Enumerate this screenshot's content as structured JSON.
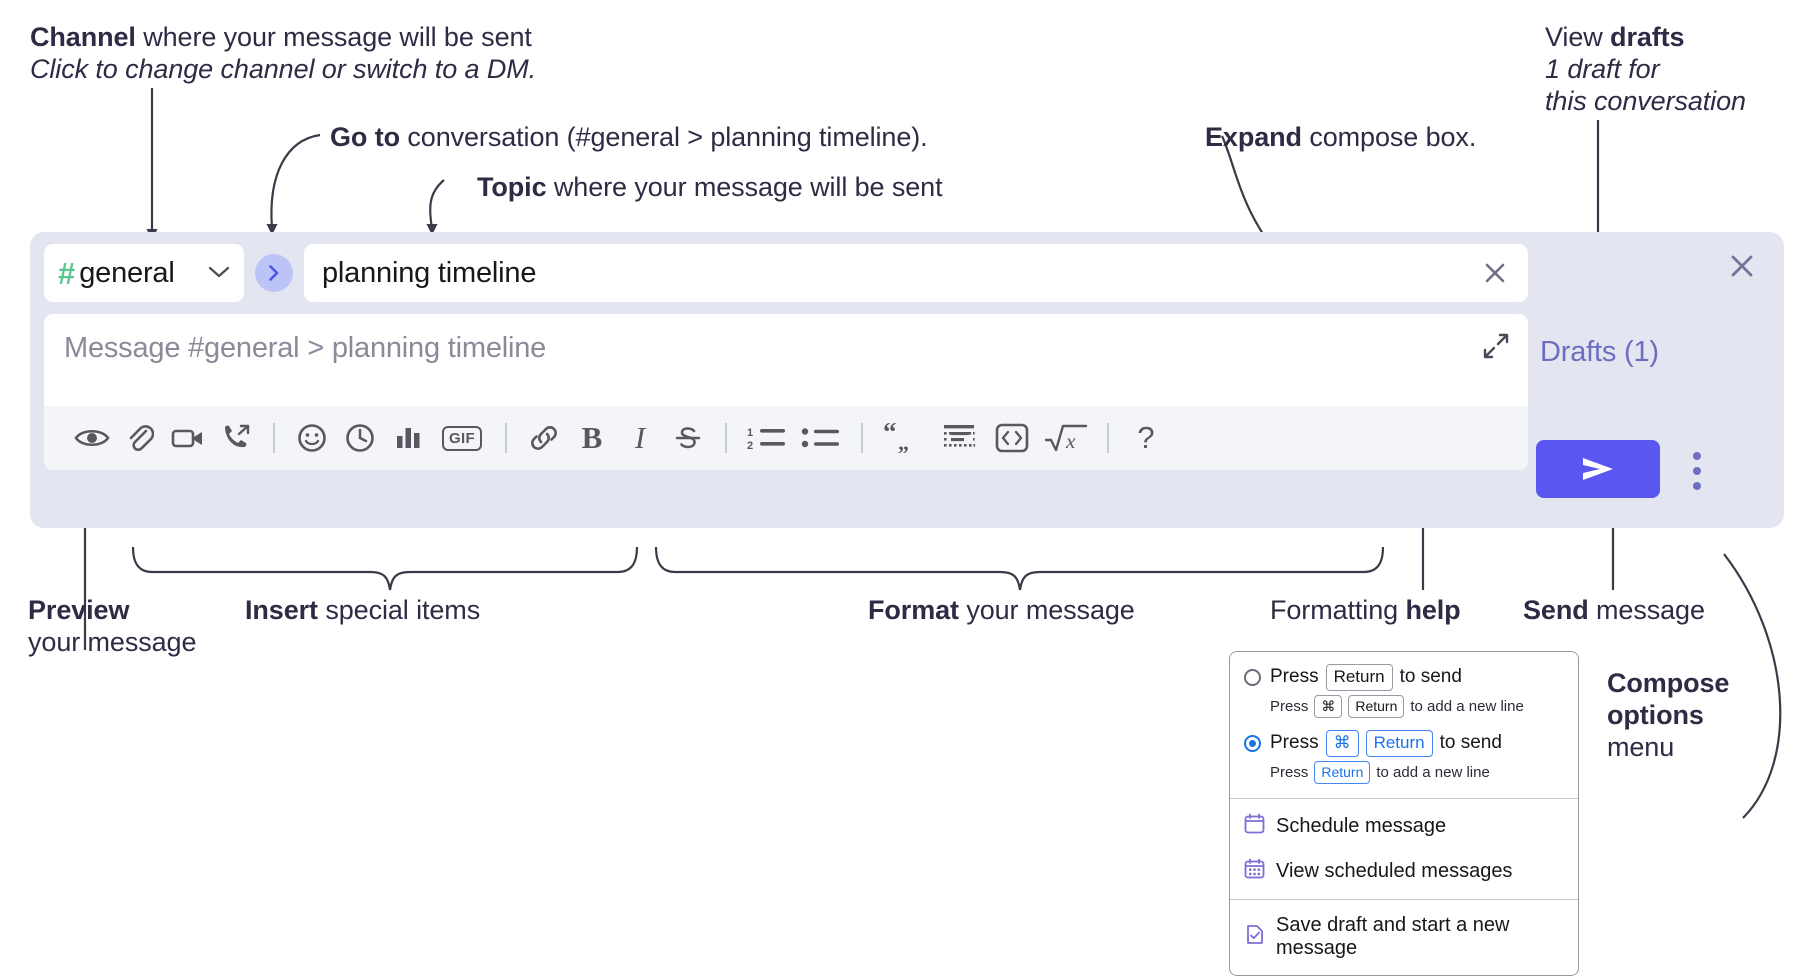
{
  "annotations": {
    "channel": {
      "bold": "Channel",
      "rest": " where your message will be sent",
      "italic": "Click to change channel or switch to a DM."
    },
    "goto": {
      "bold": "Go to",
      "rest": " conversation (#general > planning timeline)."
    },
    "topic": {
      "bold": "Topic",
      "rest": " where your message will be sent"
    },
    "expand": {
      "bold": "Expand",
      "rest": " compose box."
    },
    "drafts": {
      "plain": "View ",
      "bold": "drafts",
      "italic1": "1 draft for",
      "italic2": "this conversation"
    },
    "preview": {
      "bold": "Preview",
      "rest": "your message"
    },
    "insert": {
      "bold": "Insert",
      "rest": " special items"
    },
    "format": {
      "bold": "Format",
      "rest": " your message"
    },
    "formatting_help": {
      "plain": "Formatting ",
      "bold": "help"
    },
    "send": {
      "bold": "Send",
      "rest": " message"
    },
    "compose_options": {
      "bold1": "Compose",
      "bold2": "options",
      "rest": "menu"
    }
  },
  "compose": {
    "channel": {
      "hash": "#",
      "name": "general",
      "chevron": "chevron-down"
    },
    "goto_button": "goto-conversation",
    "topic": {
      "value": "planning timeline",
      "clear": "close-icon"
    },
    "message": {
      "placeholder": "Message #general > planning timeline",
      "value": ""
    },
    "expand_button": "expand-icon",
    "toolbar": [
      {
        "name": "preview-icon",
        "label": "Preview"
      },
      {
        "name": "attachment-icon",
        "label": "Attach file"
      },
      {
        "name": "video-clip-icon",
        "label": "Record video clip"
      },
      {
        "name": "audio-clip-icon",
        "label": "Record audio clip"
      },
      {
        "name": "separator-1",
        "label": ""
      },
      {
        "name": "emoji-icon",
        "label": "Emoji"
      },
      {
        "name": "clock-icon",
        "label": "Reminder"
      },
      {
        "name": "poll-icon",
        "label": "Poll"
      },
      {
        "name": "gif-icon",
        "label": "GIF"
      },
      {
        "name": "separator-2",
        "label": ""
      },
      {
        "name": "link-icon",
        "label": "Link"
      },
      {
        "name": "bold-icon",
        "label": "B"
      },
      {
        "name": "italic-icon",
        "label": "I"
      },
      {
        "name": "strikethrough-icon",
        "label": "Strikethrough"
      },
      {
        "name": "separator-3",
        "label": ""
      },
      {
        "name": "ordered-list-icon",
        "label": "Ordered list"
      },
      {
        "name": "bulleted-list-icon",
        "label": "Bulleted list"
      },
      {
        "name": "separator-4",
        "label": ""
      },
      {
        "name": "blockquote-icon",
        "label": "Blockquote"
      },
      {
        "name": "code-block-icon",
        "label": "Code block"
      },
      {
        "name": "inline-code-icon",
        "label": "Inline code"
      },
      {
        "name": "math-icon",
        "label": "Math"
      },
      {
        "name": "separator-5",
        "label": ""
      },
      {
        "name": "help-icon",
        "label": "?"
      }
    ],
    "drafts_label": "Drafts (1)",
    "send_button": "send-icon",
    "kebab_button": "compose-options-icon",
    "close_button": "close-icon"
  },
  "options_menu": {
    "send_options": [
      {
        "selected": false,
        "main_pre": "Press",
        "main_key": "Return",
        "main_post": "to send",
        "sub_pre": "Press",
        "sub_key1": "⌘",
        "sub_key2": "Return",
        "sub_post": "to add a new line"
      },
      {
        "selected": true,
        "main_pre": "Press",
        "main_key1": "⌘",
        "main_key2": "Return",
        "main_post": "to send",
        "sub_pre": "Press",
        "sub_key": "Return",
        "sub_post": "to add a new line"
      }
    ],
    "items": [
      {
        "icon": "calendar-icon",
        "label": "Schedule message"
      },
      {
        "icon": "calendar-grid-icon",
        "label": "View scheduled messages"
      },
      {
        "icon": "save-draft-icon",
        "label": "Save draft and start a new message"
      }
    ]
  },
  "colors": {
    "panel_bg": "#e3e5f1",
    "accent_purple": "#5a56f0",
    "drafts_text": "#6b6fbe",
    "hash_green": "#5cc68f",
    "goto_bg": "#bcc4f7",
    "radio_blue": "#1a73e8",
    "toolbar_bg": "#f4f5f8"
  }
}
